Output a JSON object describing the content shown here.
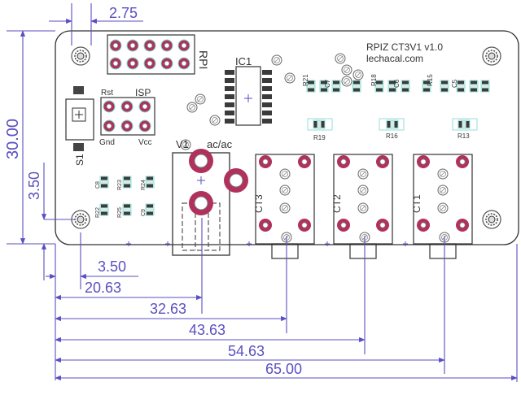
{
  "board": {
    "title": "RPIZ CT3V1 v1.0",
    "url": "lechacal.com"
  },
  "headers": {
    "rpi": "RPI",
    "ic1": "IC1",
    "isp": "ISP",
    "rst": "Rst",
    "gnd": "Gnd",
    "vcc": "Vcc",
    "s1": "S1",
    "v1": "V1",
    "acac": "ac/ac",
    "ct1": "CT1",
    "ct2": "CT2",
    "ct3": "CT3"
  },
  "resistors": {
    "r19": "R19",
    "r16": "R16",
    "r13": "R13",
    "r21": "R21",
    "r18": "R18",
    "r15": "R15",
    "r23": "R23",
    "r24": "R24",
    "r22": "R22",
    "r25": "R25"
  },
  "capacitors": {
    "c7": "C7",
    "c6": "C6",
    "c5": "C5",
    "c8": "C8",
    "c9": "C9"
  },
  "dimensions": {
    "top_275": "2.75",
    "height_3000": "30.00",
    "height_350": "3.50",
    "bottom_350": "3.50",
    "d2063": "20.63",
    "d3263": "32.63",
    "d4363": "43.63",
    "d5463": "54.63",
    "d6500": "65.00"
  },
  "colors": {
    "dimension": "#5a4fc0",
    "pad": "#b0315c",
    "pad_outline": "#7ad8cc",
    "board_outline": "#333333"
  }
}
